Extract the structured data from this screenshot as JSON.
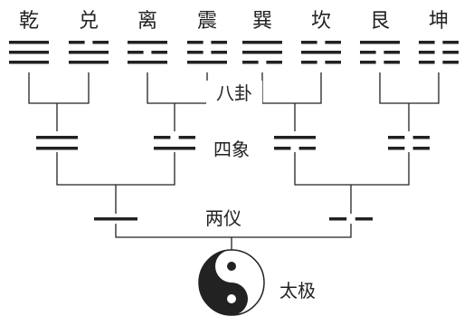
{
  "trigrams": [
    {
      "name": "乾",
      "lines": [
        "yang",
        "yang",
        "yang"
      ]
    },
    {
      "name": "兑",
      "lines": [
        "yin",
        "yang",
        "yang"
      ]
    },
    {
      "name": "离",
      "lines": [
        "yang",
        "yin",
        "yang"
      ]
    },
    {
      "name": "震",
      "lines": [
        "yin",
        "yin",
        "yang"
      ]
    },
    {
      "name": "巽",
      "lines": [
        "yang",
        "yang",
        "yin"
      ]
    },
    {
      "name": "坎",
      "lines": [
        "yin",
        "yang",
        "yin"
      ]
    },
    {
      "name": "艮",
      "lines": [
        "yang",
        "yin",
        "yin"
      ]
    },
    {
      "name": "坤",
      "lines": [
        "yin",
        "yin",
        "yin"
      ]
    }
  ],
  "four_images": [
    {
      "lines": [
        "yang",
        "yang"
      ]
    },
    {
      "lines": [
        "yin",
        "yang"
      ]
    },
    {
      "lines": [
        "yang",
        "yin"
      ]
    },
    {
      "lines": [
        "yin",
        "yin"
      ]
    }
  ],
  "two_modes": [
    {
      "lines": [
        "yang"
      ]
    },
    {
      "lines": [
        "yin"
      ]
    }
  ],
  "labels": {
    "eight_trigrams": "八卦",
    "four_images": "四象",
    "two_modes": "两仪",
    "supreme_ultimate": "太极"
  },
  "colors": {
    "ink": "#222222",
    "paper": "#ffffff"
  },
  "icons": {
    "center": "yin-yang-icon"
  }
}
